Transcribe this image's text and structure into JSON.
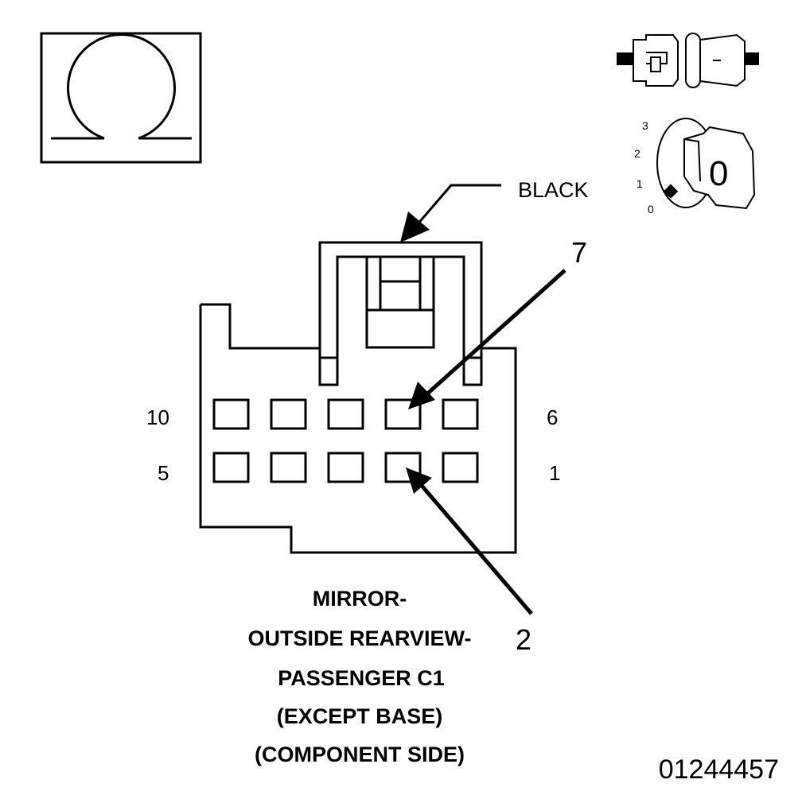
{
  "meter_symbol": {
    "glyph": "Ω",
    "icon": "ohm-meter-icon"
  },
  "connector": {
    "color_label": "BLACK",
    "pin_labels": {
      "top_left": "10",
      "top_right": "6",
      "bottom_left": "5",
      "bottom_right": "1"
    },
    "callouts": {
      "upper": "7",
      "lower": "2"
    }
  },
  "title": {
    "lines": [
      "MIRROR-",
      "OUTSIDE REARVIEW-",
      "PASSENGER C1",
      "(EXCEPT BASE)",
      "(COMPONENT SIDE)"
    ]
  },
  "ignition": {
    "positions": [
      "3",
      "2",
      "1",
      "0"
    ],
    "key_position": "0",
    "icon": "ignition-switch-icon"
  },
  "disconnect_icon": "connector-disconnected-icon",
  "figure_id": "01244457"
}
